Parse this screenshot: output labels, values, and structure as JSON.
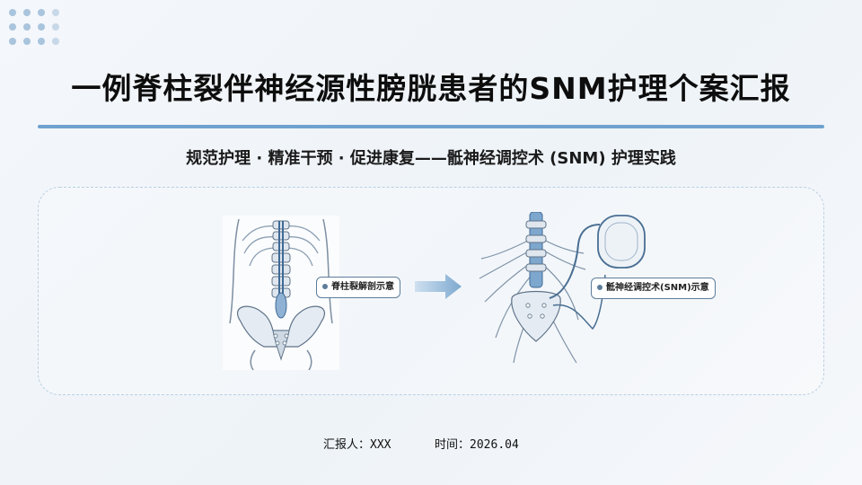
{
  "slide": {
    "title": "一例脊柱裂伴神经源性膀胱患者的SNM护理个案汇报",
    "subtitle": "规范护理 · 精准干预 · 促进康复——骶神经调控术 (SNM)  护理实践",
    "illustration_left_label": "脊柱裂解剖示意",
    "illustration_right_label": "骶神经调控术(SNM)示意",
    "reporter_label": "汇报人：",
    "reporter_value": "XXX",
    "time_label": "时间：",
    "time_value": "2026.04"
  },
  "colors": {
    "accent": "#6fa2cf",
    "panel_border": "#b9cfe2",
    "arrow": "#7da9cf",
    "decor_dots": "#a9c4dd"
  },
  "icons": [
    "decor-dot-grid",
    "spine-anatomy-illustration",
    "right-arrow-icon",
    "snm-device-illustration"
  ]
}
